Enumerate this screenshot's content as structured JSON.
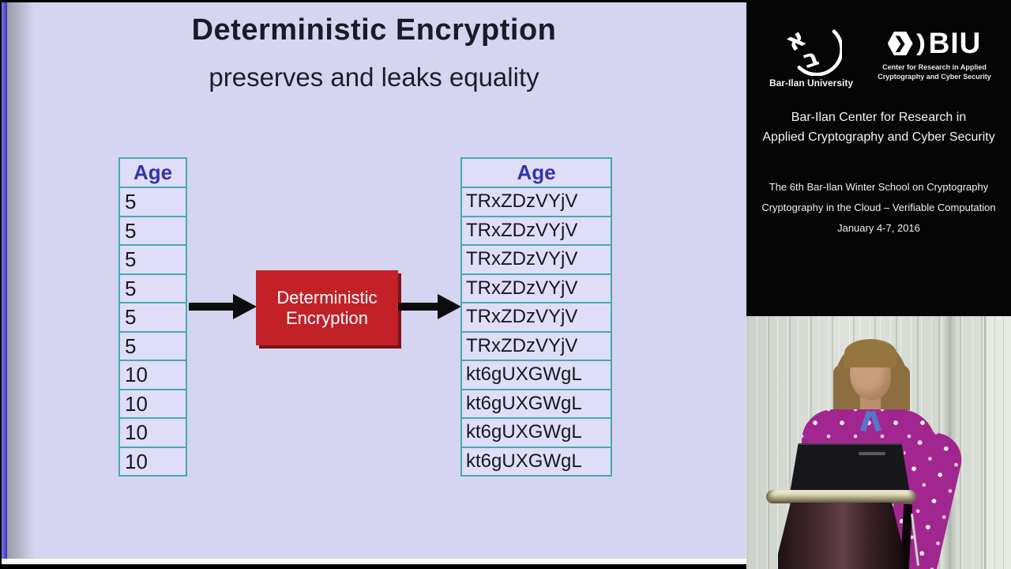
{
  "slide": {
    "title": "Deterministic Encryption",
    "subtitle": "preserves and leaks equality",
    "left_table": {
      "header": "Age",
      "rows": [
        "5",
        "5",
        "5",
        "5",
        "5",
        "5",
        "10",
        "10",
        "10",
        "10"
      ]
    },
    "right_table": {
      "header": "Age",
      "rows": [
        "TRxZDzVYjV",
        "TRxZDzVYjV",
        "TRxZDzVYjV",
        "TRxZDzVYjV",
        "TRxZDzVYjV",
        "TRxZDzVYjV",
        "kt6gUXGWgL",
        "kt6gUXGWgL",
        "kt6gUXGWgL",
        "kt6gUXGWgL"
      ]
    },
    "process_box": {
      "line1": "Deterministic",
      "line2": "Encryption"
    },
    "colors": {
      "background": "#d5d5f2",
      "table_border": "#45aab2",
      "header_text": "#3434ab",
      "process_box_red": "#c22128",
      "edge_blue": "#3434b8"
    }
  },
  "sidebar": {
    "barilan": {
      "label": "Bar-Ilan University"
    },
    "biu": {
      "acronym": "BIU",
      "tagline1": "Center for Research in Applied",
      "tagline2": "Cryptography and Cyber Security"
    },
    "center_line1": "Bar-Ilan Center for Research in",
    "center_line2": "Applied Cryptography and Cyber Security",
    "event": {
      "line1": "The 6th Bar-Ilan Winter School on Cryptography",
      "line2": "Cryptography in the Cloud – Verifiable Computation",
      "line3": "January 4-7, 2016"
    }
  }
}
